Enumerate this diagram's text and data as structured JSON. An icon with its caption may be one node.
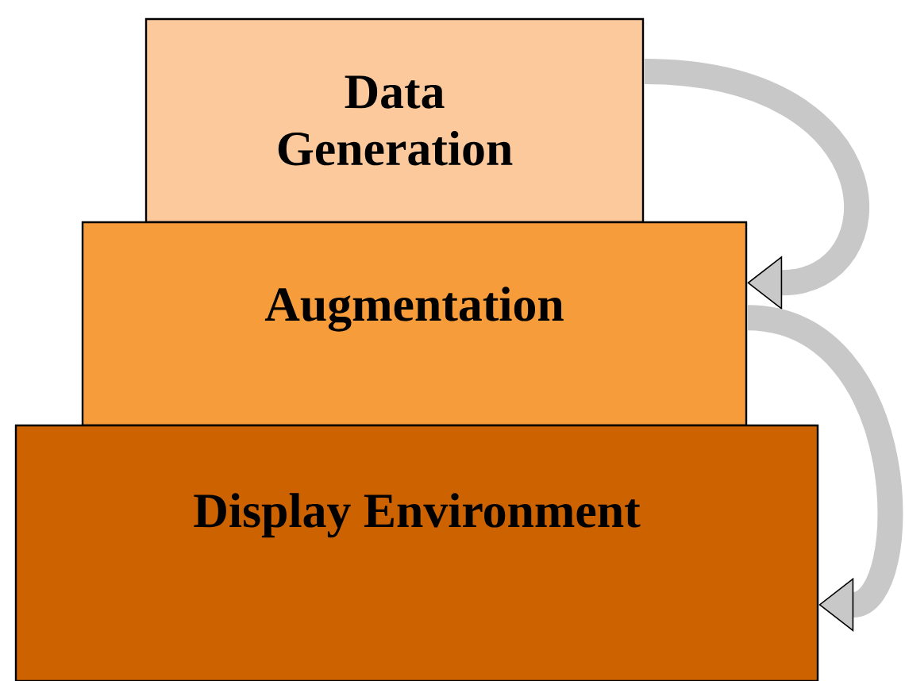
{
  "diagram": {
    "nodes": [
      {
        "text": [
          "Data Generation"
        ]
      },
      {
        "text": [
          "Augmentation"
        ]
      },
      {
        "text": [
          "Display Environment"
        ]
      }
    ],
    "edges": [
      {
        "from": 0,
        "to": 1,
        "arrow": "to"
      },
      {
        "from": 1,
        "to": 2,
        "arrow": "to"
      }
    ]
  }
}
